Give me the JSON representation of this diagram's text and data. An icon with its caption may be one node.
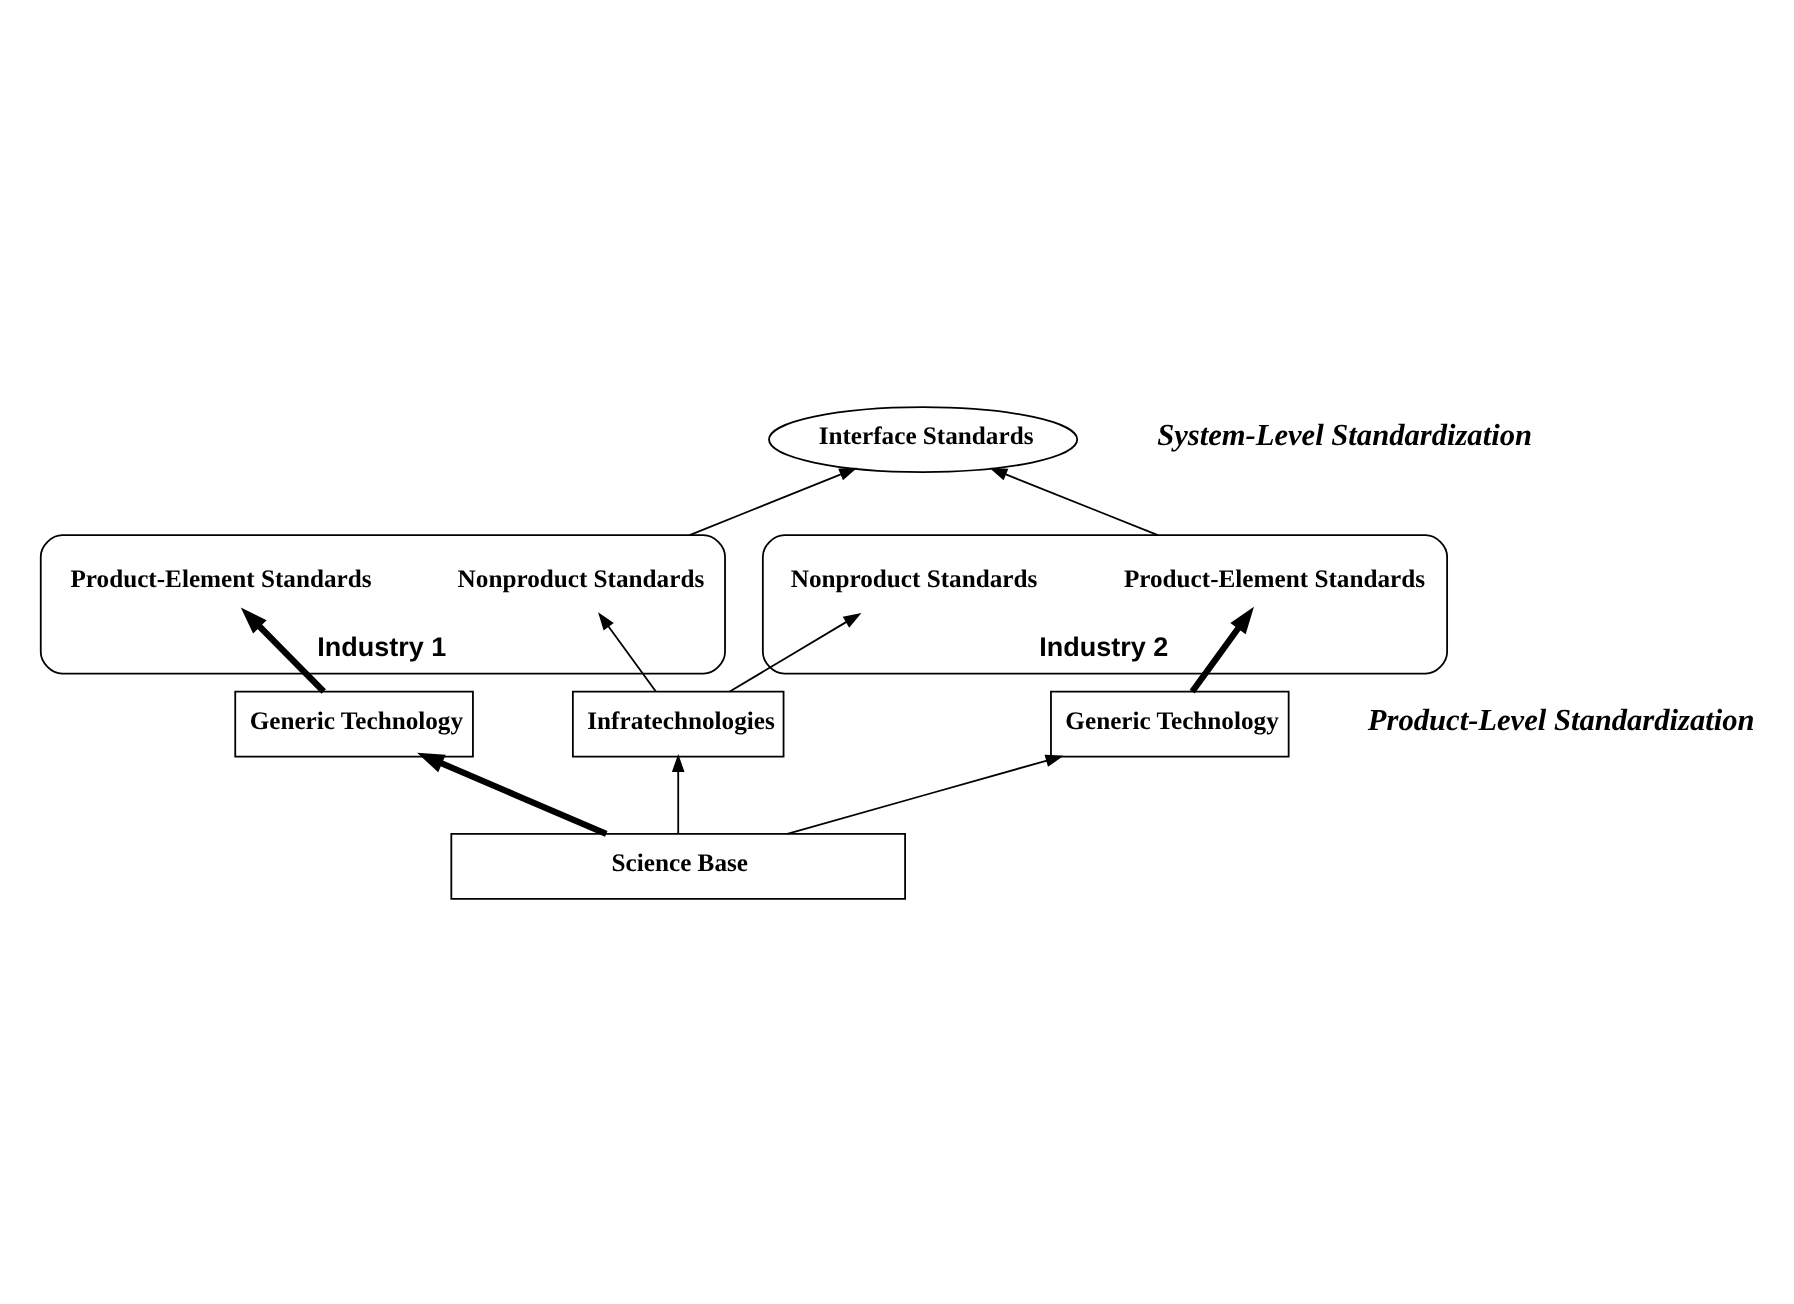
{
  "diagram": {
    "nodes": [
      {
        "text": [
          "Interface Standards"
        ]
      },
      {
        "text": [
          "Industry 1"
        ]
      },
      {
        "text": [
          "Product-Element Standards"
        ],
        "in": 1
      },
      {
        "text": [
          "Nonproduct Standards"
        ],
        "in": 1
      },
      {
        "text": [
          "Industry 2"
        ]
      },
      {
        "text": [
          "Nonproduct Standards"
        ],
        "in": 4
      },
      {
        "text": [
          "Product-Element Standards"
        ],
        "in": 4
      },
      {
        "text": [
          "Generic Technology"
        ]
      },
      {
        "text": [
          "Infratechnologies"
        ]
      },
      {
        "text": [
          "Generic Technology"
        ]
      },
      {
        "text": [
          "Science Base"
        ]
      }
    ],
    "edges": [
      {
        "from": 1,
        "to": 0,
        "arrow": "to"
      },
      {
        "from": 4,
        "to": 0,
        "arrow": "to"
      },
      {
        "from": 7,
        "to": 2,
        "arrow": "to",
        "style": "thick"
      },
      {
        "from": 8,
        "to": 3,
        "arrow": "to"
      },
      {
        "from": 8,
        "to": 5,
        "arrow": "to"
      },
      {
        "from": 9,
        "to": 6,
        "arrow": "to",
        "style": "thick"
      },
      {
        "from": 10,
        "to": 7,
        "arrow": "to",
        "style": "thick"
      },
      {
        "from": 10,
        "to": 8,
        "arrow": "to"
      },
      {
        "from": 10,
        "to": 9,
        "arrow": "to"
      }
    ],
    "labels": [
      "System-Level Standardization",
      "Product-Level Standardization"
    ]
  }
}
